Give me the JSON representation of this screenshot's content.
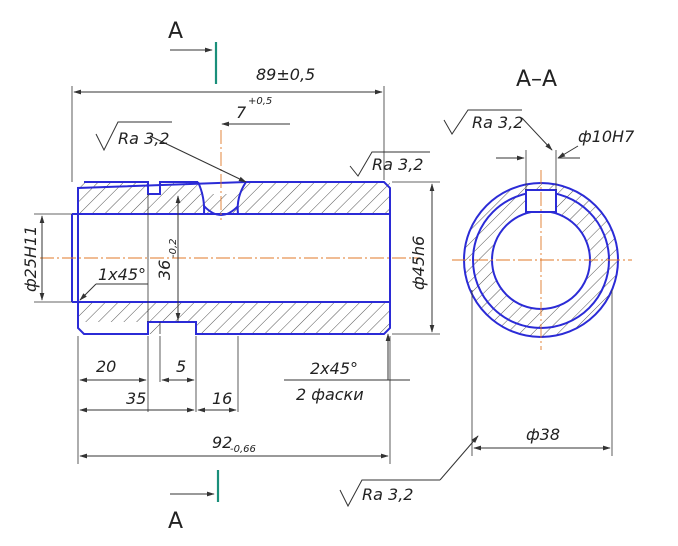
{
  "section_marks": {
    "top": "A",
    "bottom": "A"
  },
  "section_title": "A–A",
  "dimensions": {
    "length_top": "89±0,5",
    "groove_depth": "7",
    "groove_depth_tol": "+0,5",
    "outer_dia": "ф45h6",
    "inner_dia": "ф25Н11",
    "bore_depth": "36",
    "bore_depth_tol": "-0,2",
    "chamfer_inner": "1x45°",
    "d20": "20",
    "d5": "5",
    "d35": "35",
    "d16": "16",
    "total_length": "92",
    "total_length_tol": "-0,66",
    "chamfer_outer": "2x45°",
    "chamfer_count": "2 фаски",
    "ring_dia": "ф38",
    "hole_dia": "ф10Н7"
  },
  "roughness": {
    "left": "Ra 3,2",
    "right": "Ra 3,2",
    "section": "Ra 3,2",
    "bottom": "Ra 3,2"
  },
  "colors": {
    "outline": "#2b2bd6",
    "centerline": "#e07a2a",
    "cutting_plane": "#1a8f7a",
    "dimension": "#333333"
  }
}
